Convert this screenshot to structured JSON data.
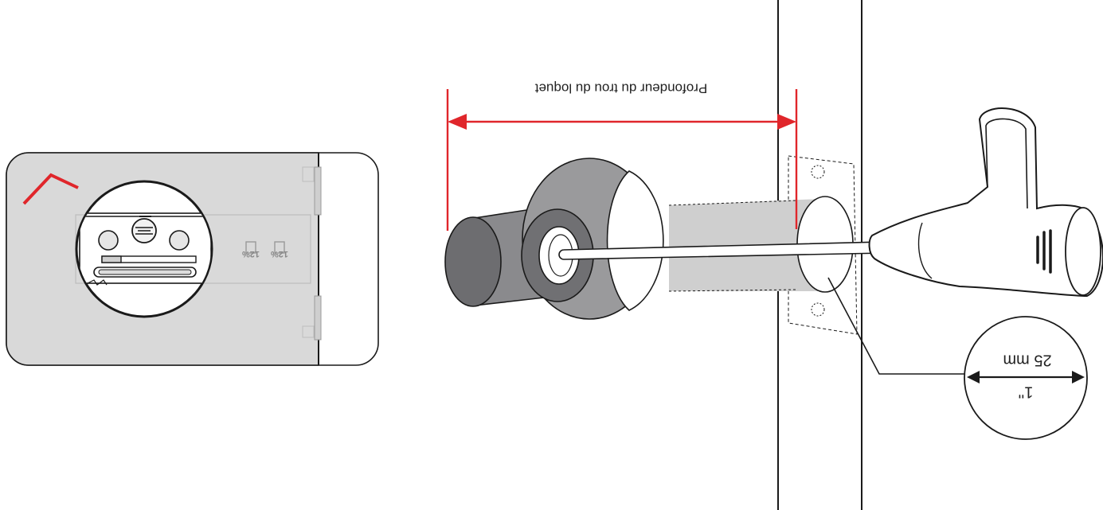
{
  "diagram": {
    "latch_depth_label": "Profondeur du trou du loquet",
    "diameter_metric": "25 mm",
    "diameter_imperial": "1''",
    "latch_marking_left": "12%",
    "latch_marking_right": "12%"
  },
  "colors": {
    "accent_red": "#e0262b",
    "panel_gray": "#d9d9d9",
    "bolt_dark": "#6d6d70",
    "ring_gray": "#9a9a9c",
    "outline": "#1a1a1a"
  },
  "icons": {
    "orientation_mark": "caret-up-icon",
    "screw": "screw-icon",
    "drill": "power-drill-icon"
  }
}
